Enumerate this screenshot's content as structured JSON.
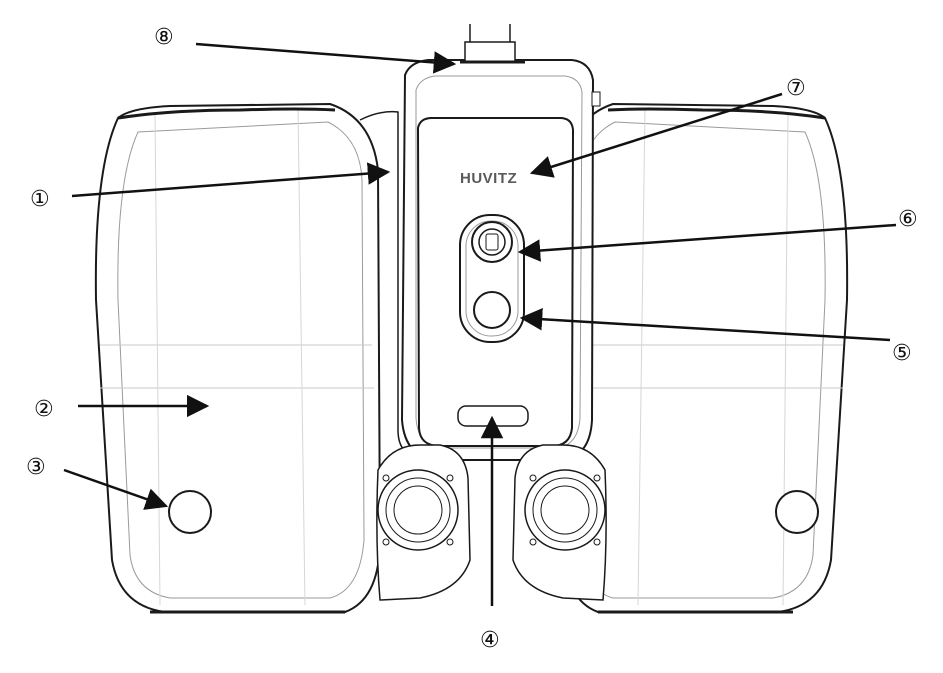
{
  "brand": {
    "logo_text": "HUVITZ"
  },
  "callouts": [
    {
      "id": "1",
      "label": "①"
    },
    {
      "id": "2",
      "label": "②"
    },
    {
      "id": "3",
      "label": "③"
    },
    {
      "id": "4",
      "label": "④"
    },
    {
      "id": "5",
      "label": "⑤"
    },
    {
      "id": "6",
      "label": "⑥"
    },
    {
      "id": "7",
      "label": "⑦"
    },
    {
      "id": "8",
      "label": "⑧"
    }
  ],
  "colors": {
    "line": "#1a1a1a",
    "inner_line": "#9a9a9a",
    "faint_line": "#c8c8c8",
    "background": "#ffffff"
  }
}
